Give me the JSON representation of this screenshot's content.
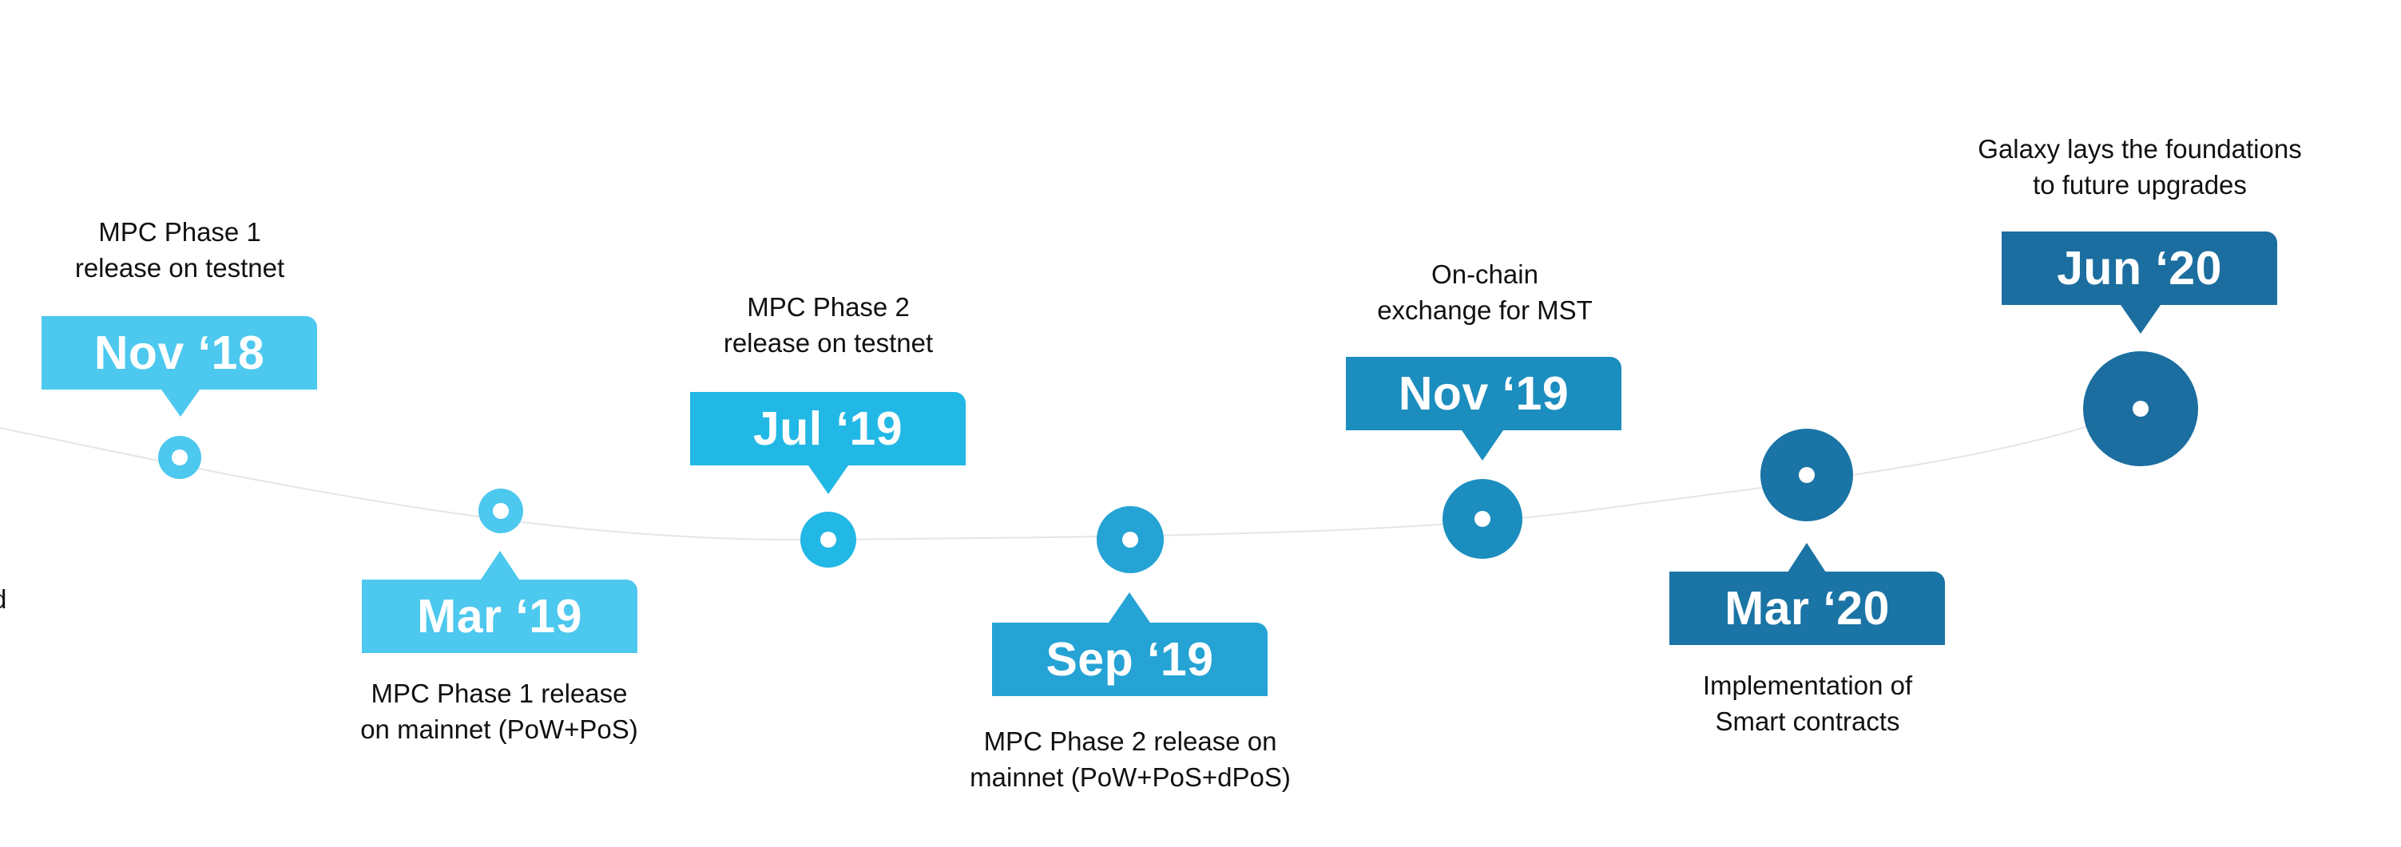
{
  "timeline": {
    "partial_left_text": "d",
    "milestones": [
      {
        "id": "nov18",
        "date": "Nov ‘18",
        "description": "MPC Phase 1\nrelease on testnet",
        "position": "above",
        "color": "#4dc8ef"
      },
      {
        "id": "mar19",
        "date": "Mar ‘19",
        "description": "MPC Phase 1 release\non mainnet (PoW+PoS)",
        "position": "below",
        "color": "#4dc8ef"
      },
      {
        "id": "jul19",
        "date": "Jul ‘19",
        "description": "MPC Phase 2\nrelease on testnet",
        "position": "above",
        "color": "#22b8e6"
      },
      {
        "id": "sep19",
        "date": "Sep ‘19",
        "description": "MPC Phase 2 release on\nmainnet (PoW+PoS+dPoS)",
        "position": "below",
        "color": "#25a3d5"
      },
      {
        "id": "nov19",
        "date": "Nov ‘19",
        "description": "On-chain\nexchange for MST",
        "position": "above",
        "color": "#1b8dbf"
      },
      {
        "id": "mar20",
        "date": "Mar ‘20",
        "description": "Implementation of\nSmart contracts",
        "position": "below",
        "color": "#1a74a5"
      },
      {
        "id": "jun20",
        "date": "Jun ‘20",
        "description": "Galaxy lays the foundations\nto future upgrades",
        "position": "above",
        "color": "#1b6e9f"
      }
    ]
  }
}
